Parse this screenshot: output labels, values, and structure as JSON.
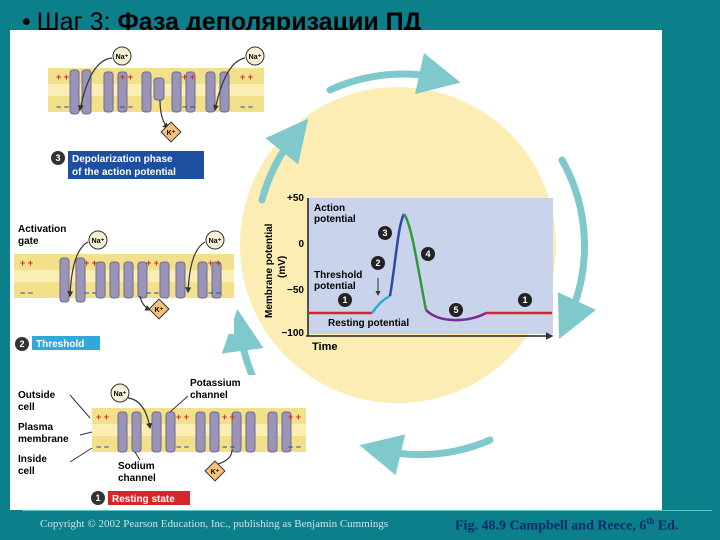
{
  "slide": {
    "title_prefix": "Шаг 3:",
    "title_bold": "Фаза деполяризации ПД"
  },
  "labels": {
    "na": "Na⁺",
    "k": "K⁺",
    "depol_num": "3",
    "depol_line1": "Depolarization phase",
    "depol_line2": "of the action potential",
    "activation_line1": "Activation",
    "activation_line2": "gate",
    "threshold_num": "2",
    "threshold": "Threshold",
    "outside_line1": "Outside",
    "outside_line2": "cell",
    "plasma_line1": "Plasma",
    "plasma_line2": "membrane",
    "inside_line1": "Inside",
    "inside_line2": "cell",
    "potassium_line1": "Potassium",
    "potassium_line2": "channel",
    "sodium_line1": "Sodium",
    "sodium_line2": "channel",
    "resting_num": "1",
    "resting_state": "Resting state"
  },
  "graph": {
    "ylabel_line1": "Membrane potential",
    "ylabel_line2": "(mV)",
    "ticks": [
      "+50",
      "0",
      "−50",
      "−100"
    ],
    "xlabel": "Time",
    "action_line1": "Action",
    "action_line2": "potential",
    "threshold_line1": "Threshold",
    "threshold_line2": "potential",
    "resting_potential": "Resting potential",
    "markers": [
      "1",
      "2",
      "3",
      "4",
      "5",
      "1"
    ]
  },
  "footer": {
    "copyright": "Copyright © 2002 Pearson Education, Inc., publishing as Benjamin Cummings",
    "fig_main": "Fig. 48.9 Campbell and Reece, 6",
    "fig_sup": "th",
    "fig_end": " Ed."
  },
  "colors": {
    "background": "#0b7f8a",
    "membrane_yellow": "#f3e08a",
    "membrane_band": "#fbeeb5",
    "protein": "#9a95b8",
    "circle_fill": "#fbedb3",
    "arrow_teal": "#7fc8cc",
    "graph_bg": "#c9d3ec",
    "label_blue": "#1c4fa0",
    "label_red": "#d7262a",
    "curve_red": "#d7262a",
    "curve_cyan": "#32a7dc",
    "curve_blue": "#2d4aa8",
    "curve_green": "#2e9a3a",
    "curve_purple": "#7b2b8e"
  }
}
